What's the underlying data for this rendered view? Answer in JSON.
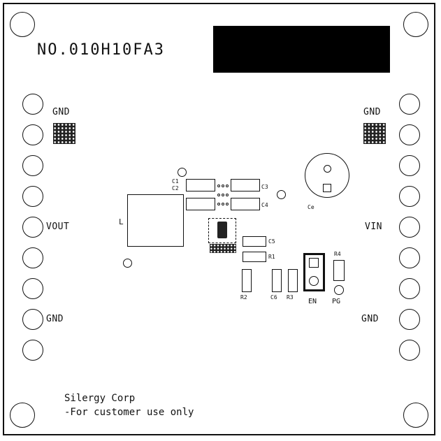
{
  "board": {
    "title": "NO.010H10FA3",
    "footer_line1": "Silergy Corp",
    "footer_line2": "-For customer use only"
  },
  "left_header": {
    "gnd_top": "GND",
    "vout": "VOUT",
    "gnd_bottom": "GND"
  },
  "right_header": {
    "gnd_top": "GND",
    "vin": "VIN",
    "gnd_bottom": "GND"
  },
  "components": {
    "inductor": "L",
    "c1": "C1",
    "c2": "C2",
    "c3": "C3",
    "c4": "C4",
    "c5": "C5",
    "ce": "Ce",
    "r1": "R1",
    "r2": "R2",
    "r3": "R3",
    "r4": "R4",
    "c6": "C6",
    "en": "EN",
    "pg": "PG"
  }
}
